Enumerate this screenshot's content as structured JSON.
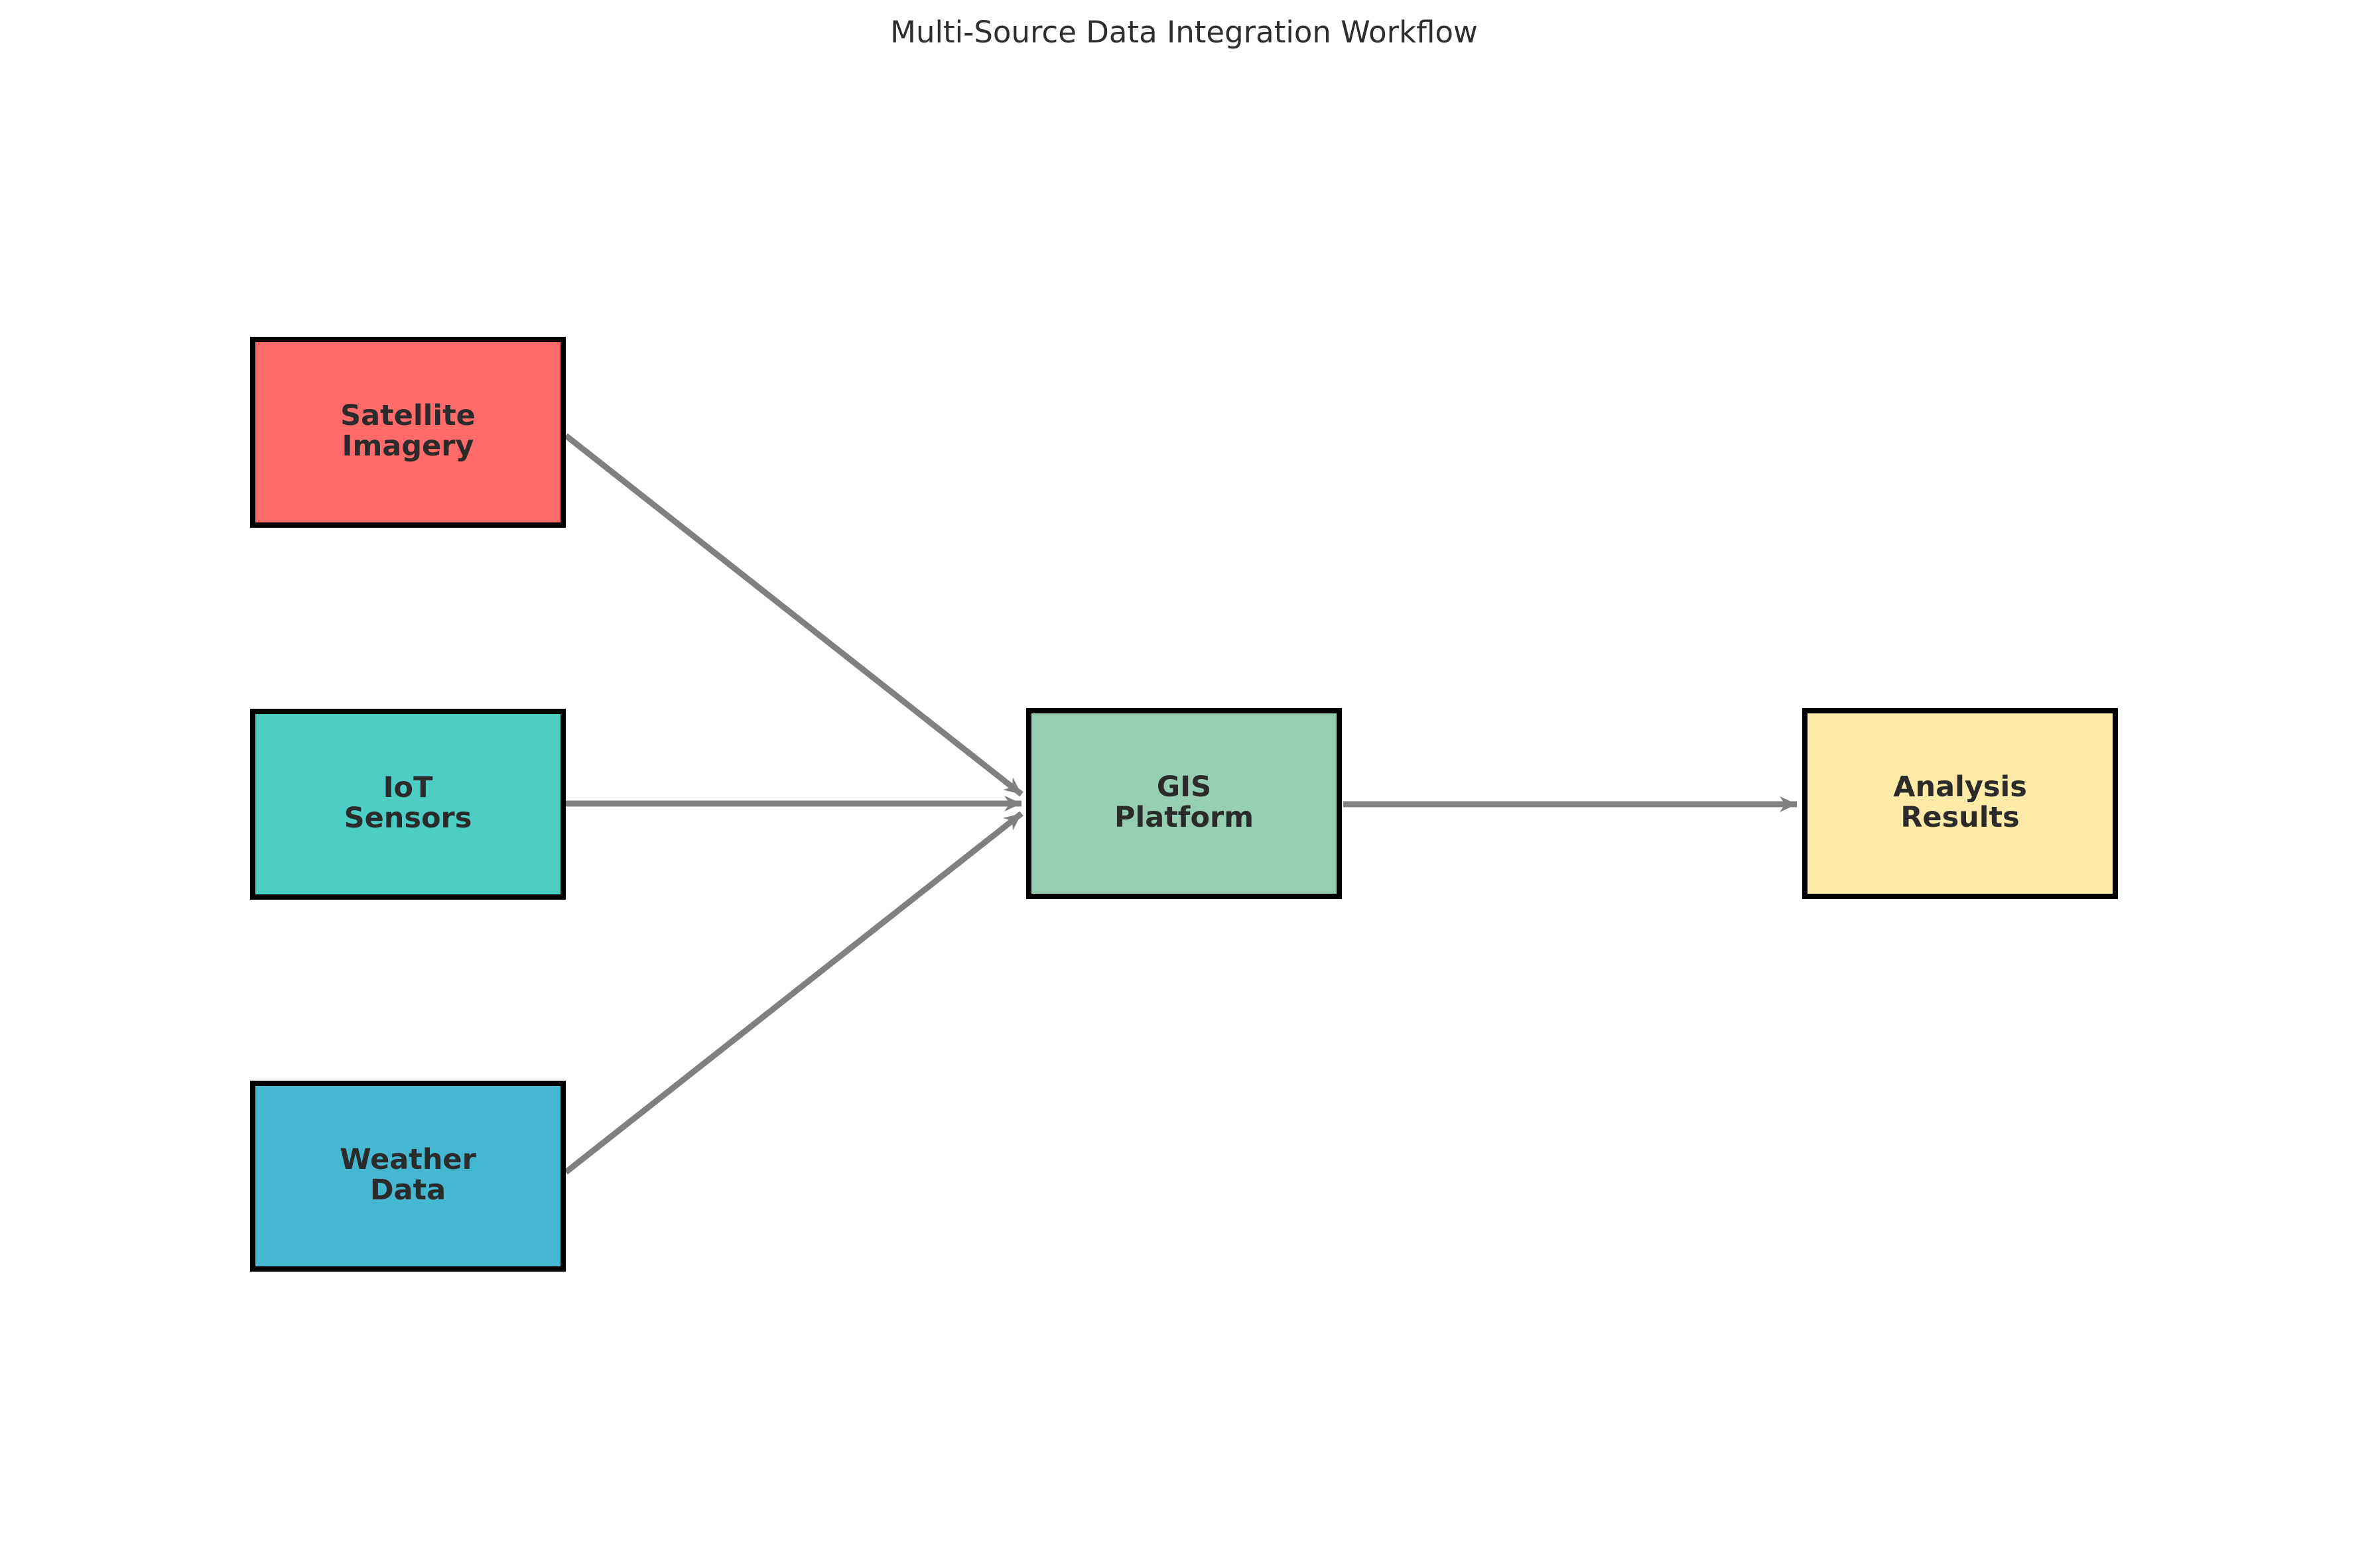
{
  "title": "Multi-Source Data Integration Workflow",
  "colors": {
    "background": "#ffffff",
    "node_border": "#000000",
    "arrow": "#808080",
    "node_text": "#2b2b2b",
    "title_text": "#2e2e2e"
  },
  "nodes": [
    {
      "id": "satellite-imagery",
      "line1": "Satellite",
      "line2": "Imagery",
      "color": "#FF6B6B"
    },
    {
      "id": "iot-sensors",
      "line1": "IoT",
      "line2": "Sensors",
      "color": "#4ECDC4"
    },
    {
      "id": "weather-data",
      "line1": "Weather",
      "line2": "Data",
      "color": "#45B7D1"
    },
    {
      "id": "gis-platform",
      "line1": "GIS",
      "line2": "Platform",
      "color": "#96CEB4"
    },
    {
      "id": "analysis-results",
      "line1": "Analysis",
      "line2": "Results",
      "color": "#FFEAA7"
    }
  ],
  "edges": [
    {
      "from": "satellite-imagery",
      "to": "gis-platform"
    },
    {
      "from": "iot-sensors",
      "to": "gis-platform"
    },
    {
      "from": "weather-data",
      "to": "gis-platform"
    },
    {
      "from": "gis-platform",
      "to": "analysis-results"
    }
  ]
}
